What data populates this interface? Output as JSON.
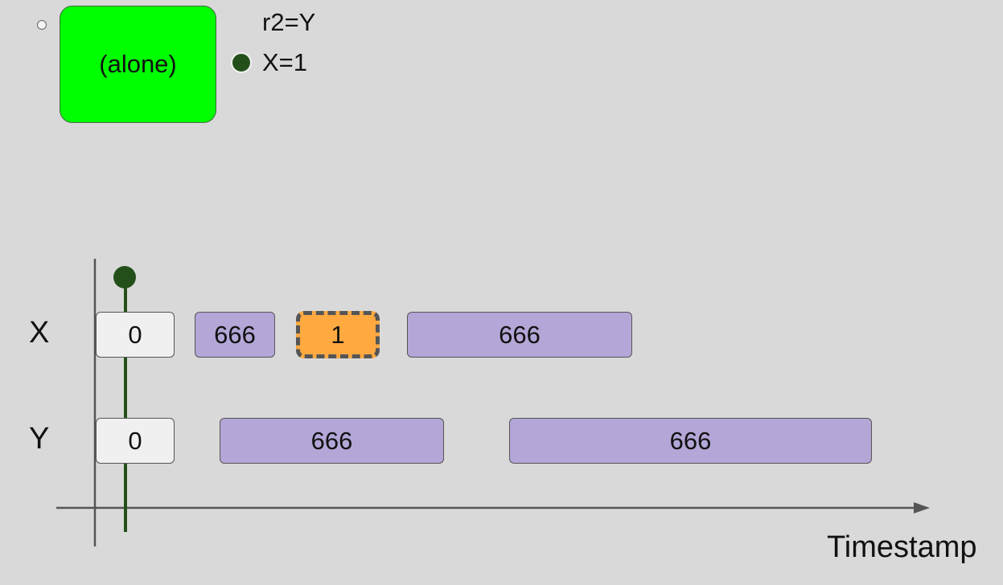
{
  "thread": {
    "label": "(alone)",
    "color": "#00ff00"
  },
  "operations": [
    {
      "text": "r2=Y"
    },
    {
      "text": "X=1"
    }
  ],
  "timeline": {
    "axis_label": "Timestamp",
    "marker_color": "#23501a",
    "rows": [
      {
        "label": "X",
        "cells": [
          "0",
          "666",
          "1",
          "666"
        ]
      },
      {
        "label": "Y",
        "cells": [
          "0",
          "666",
          "666"
        ]
      }
    ]
  }
}
